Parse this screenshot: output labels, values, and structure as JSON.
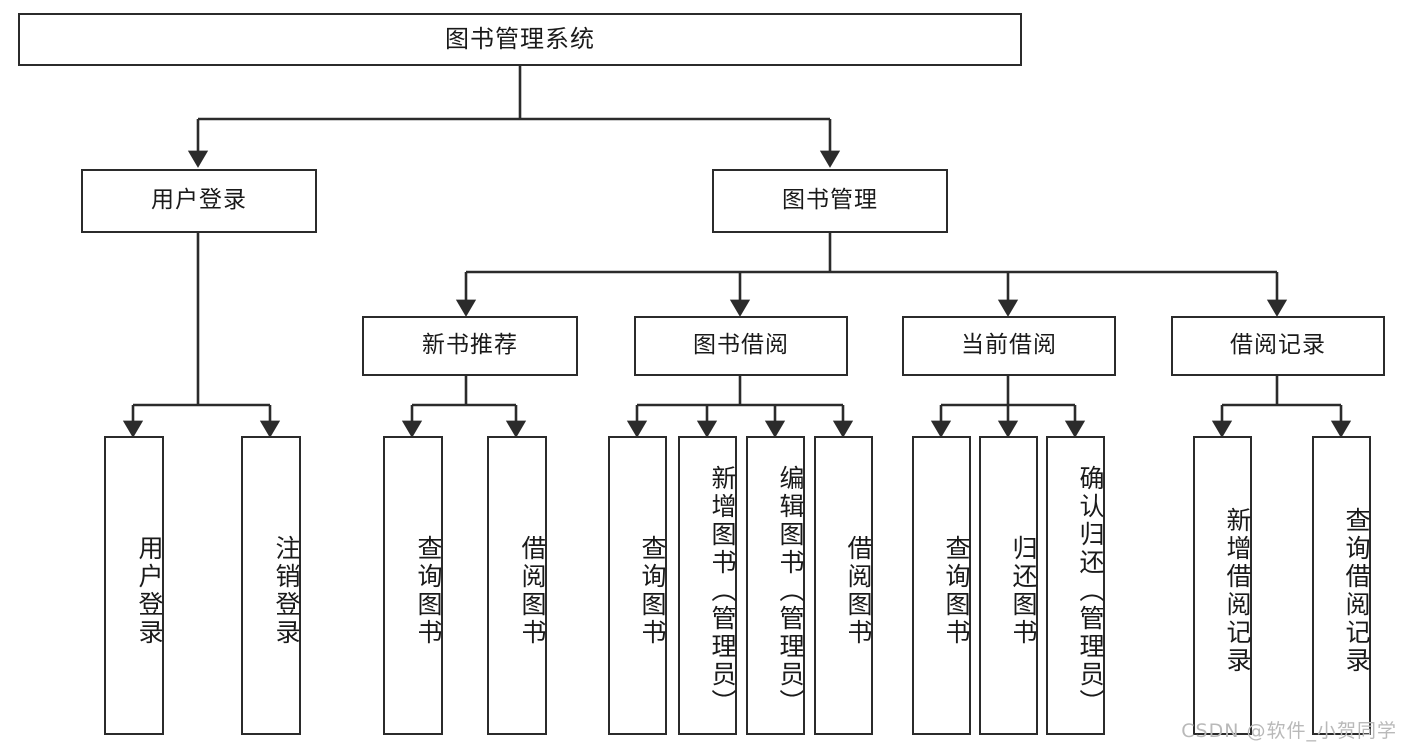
{
  "diagram": {
    "title": "图书管理系统",
    "type": "tree-hierarchy",
    "colors": {
      "box_border": "#2b2b2b",
      "box_fill": "#ffffff",
      "connector": "#2b2b2b",
      "text": "#1a1a1a",
      "watermark": "#b9b9b9"
    },
    "root": {
      "label": "图书管理系统"
    },
    "level2": [
      {
        "id": "user-login",
        "label": "用户登录"
      },
      {
        "id": "book-management",
        "label": "图书管理"
      }
    ],
    "level3": [
      {
        "id": "new-book-recommend",
        "label": "新书推荐"
      },
      {
        "id": "book-borrow",
        "label": "图书借阅"
      },
      {
        "id": "current-borrow",
        "label": "当前借阅"
      },
      {
        "id": "borrow-record",
        "label": "借阅记录"
      }
    ],
    "leaves": {
      "user_login": [
        {
          "id": "leaf-user-login",
          "label": "用户登录"
        },
        {
          "id": "leaf-logout-login",
          "label": "注销登录"
        }
      ],
      "new_book_recommend": [
        {
          "id": "leaf-query-book-1",
          "label": "查询图书"
        },
        {
          "id": "leaf-borrow-book-1",
          "label": "借阅图书"
        }
      ],
      "book_borrow": [
        {
          "id": "leaf-query-book-2",
          "label": "查询图书"
        },
        {
          "id": "leaf-add-book",
          "label": "新增图书（管理员）"
        },
        {
          "id": "leaf-edit-book",
          "label": "编辑图书（管理员）"
        },
        {
          "id": "leaf-borrow-book-2",
          "label": "借阅图书"
        }
      ],
      "current_borrow": [
        {
          "id": "leaf-query-book-3",
          "label": "查询图书"
        },
        {
          "id": "leaf-return-book",
          "label": "归还图书"
        },
        {
          "id": "leaf-confirm-return",
          "label": "确认归还（管理员）"
        }
      ],
      "borrow_record": [
        {
          "id": "leaf-add-borrow-record",
          "label": "新增借阅记录"
        },
        {
          "id": "leaf-query-borrow-record",
          "label": "查询借阅记录"
        }
      ]
    },
    "watermark": "CSDN @软件_小贺同学"
  }
}
